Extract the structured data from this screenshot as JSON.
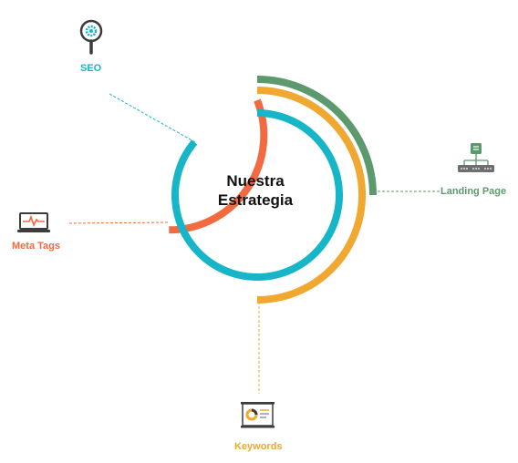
{
  "center": {
    "line1": "Nuestra",
    "line2": "Estrategia"
  },
  "nodes": {
    "seo": {
      "label": "SEO",
      "color": "#16b6c8",
      "icon": "magnifier-gear-icon"
    },
    "meta_tags": {
      "label": "Meta Tags",
      "color": "#f46a40",
      "icon": "monitor-pulse-icon"
    },
    "keywords": {
      "label": "Keywords",
      "color": "#f0a830",
      "icon": "presentation-board-icon"
    },
    "landing_page": {
      "label": "Landing Page",
      "color": "#5c9a6e",
      "icon": "sitemap-icon"
    }
  }
}
